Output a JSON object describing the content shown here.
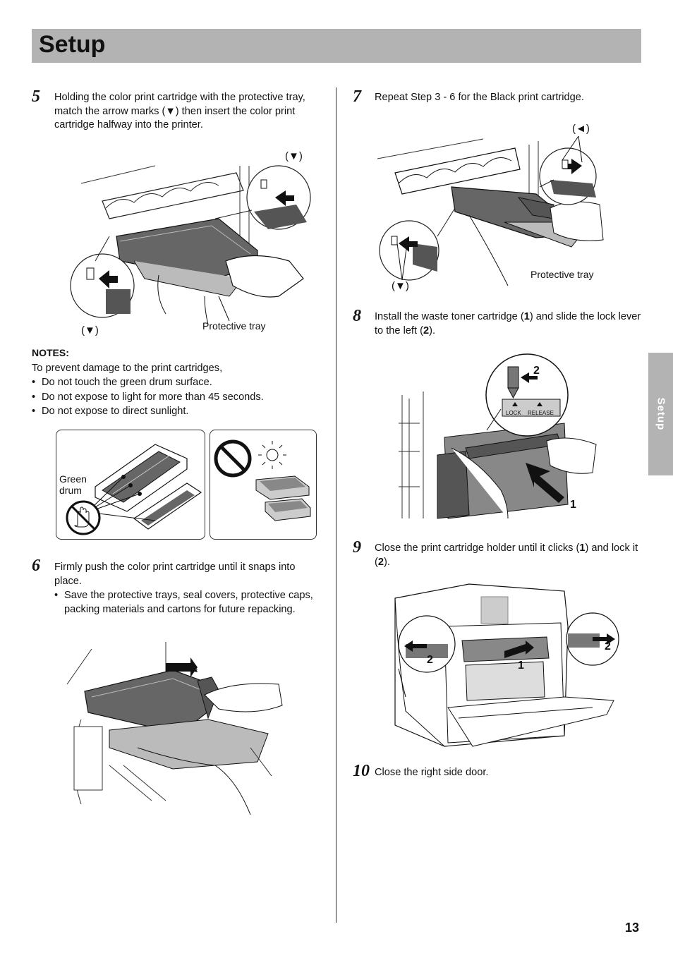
{
  "header": {
    "title": "Setup"
  },
  "side_tab": {
    "label": "Setup"
  },
  "page_number": "13",
  "steps": {
    "s5": {
      "num": "5",
      "text": "Holding the color print cartridge with the protective tray, match the arrow marks (▼) then insert the color print cartridge halfway into the printer.",
      "mark_label": "(▼)",
      "mark_label2": "(▼)",
      "tray_label": "Protective tray"
    },
    "notes": {
      "title": "NOTES:",
      "intro": "To prevent damage to the print cartridges,",
      "items": [
        "Do not touch the green drum surface.",
        "Do not expose to light for more than 45 seconds.",
        "Do not expose to direct sunlight."
      ],
      "green_drum_1": "Green",
      "green_drum_2": "drum"
    },
    "s6": {
      "num": "6",
      "text": "Firmly push the color print cartridge until it snaps into place.",
      "bullet": "Save the protective trays, seal covers, protective caps, packing materials and cartons for future repacking."
    },
    "s7": {
      "num": "7",
      "text": "Repeat Step 3 - 6 for the Black print cartridge.",
      "mark_label": "(◄)",
      "mark_label2": "(▼)",
      "tray_label": "Protective tray"
    },
    "s8": {
      "num": "8",
      "text_a": "Install the waste toner cartridge (",
      "n1": "1",
      "text_b": ") and slide the lock lever to the left (",
      "n2": "2",
      "text_c": ").",
      "fig_2": "2",
      "fig_1": "1",
      "lock": "LOCK",
      "release": "RELEASE"
    },
    "s9": {
      "num": "9",
      "text_a": "Close the print cartridge holder until it clicks (",
      "n1": "1",
      "text_b": ") and lock it (",
      "n2": "2",
      "text_c": ").",
      "fig_2a": "2",
      "fig_1": "1",
      "fig_2b": "2"
    },
    "s10": {
      "num": "10",
      "text": "Close the right side door."
    }
  }
}
